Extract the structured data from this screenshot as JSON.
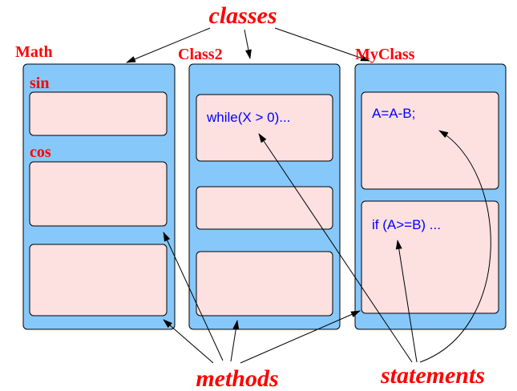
{
  "labels": {
    "classes": "classes",
    "methods": "methods",
    "statements": "statements"
  },
  "class_names": {
    "math": "Math",
    "class2": "Class2",
    "myclass": "MyClass"
  },
  "method_names": {
    "sin": "sin",
    "cos": "cos"
  },
  "code": {
    "while": "while(X > 0)...",
    "assign": "A=A-B;",
    "if": "if (A>=B) ..."
  },
  "colors": {
    "label_red": "#ff0000",
    "class_blue": "#87c8fa",
    "method_pink": "#fde0e0",
    "code_blue": "#0000ff"
  }
}
